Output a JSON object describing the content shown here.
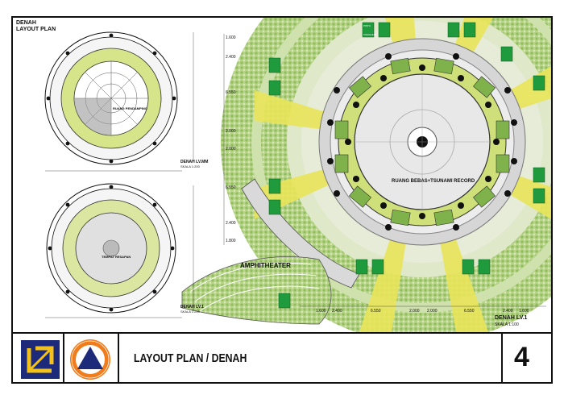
{
  "sheet": {
    "title_line1": "DENAH",
    "title_line2": "LAYOUT PLAN"
  },
  "plans": {
    "upper_label": "DENAH LV.MM",
    "upper_scale": "SKALA 1:200",
    "lower_label": "DENAH LV.1",
    "lower_scale": "SKALA 1:200",
    "upper_center_note": "RUANG PENDAMPING",
    "lower_center_note": "TEMPAT RESAPAN"
  },
  "main_plan": {
    "room_label": "RUANG BEBAS+TSUNAMI RECORD",
    "amphitheater_label": "AMPHITHEATER",
    "plan_label": "DENAH LV.1",
    "plan_scale": "SKALA 1:100",
    "exit_label": "PINTU",
    "exit_sub": "TANGGA EXIT",
    "dims_bottom": [
      "1.600",
      "2.400",
      "6.550",
      "2.000",
      "2.000",
      "6.550",
      "2.400",
      "1.600"
    ],
    "dims_left": [
      "1.600",
      "2.400",
      "6.550",
      "2.000",
      "2.000",
      "6.550",
      "2.400",
      "1.800"
    ]
  },
  "title_block": {
    "title": "LAYOUT PLAN / DENAH",
    "sheet_number": "4"
  },
  "colors": {
    "yellow": "#e6e23a",
    "green": "#7bbf3a",
    "light_green": "#c9dfa0",
    "grey": "#d9d9d9",
    "navy": "#1d2a7a",
    "orange": "#f07c1c"
  }
}
